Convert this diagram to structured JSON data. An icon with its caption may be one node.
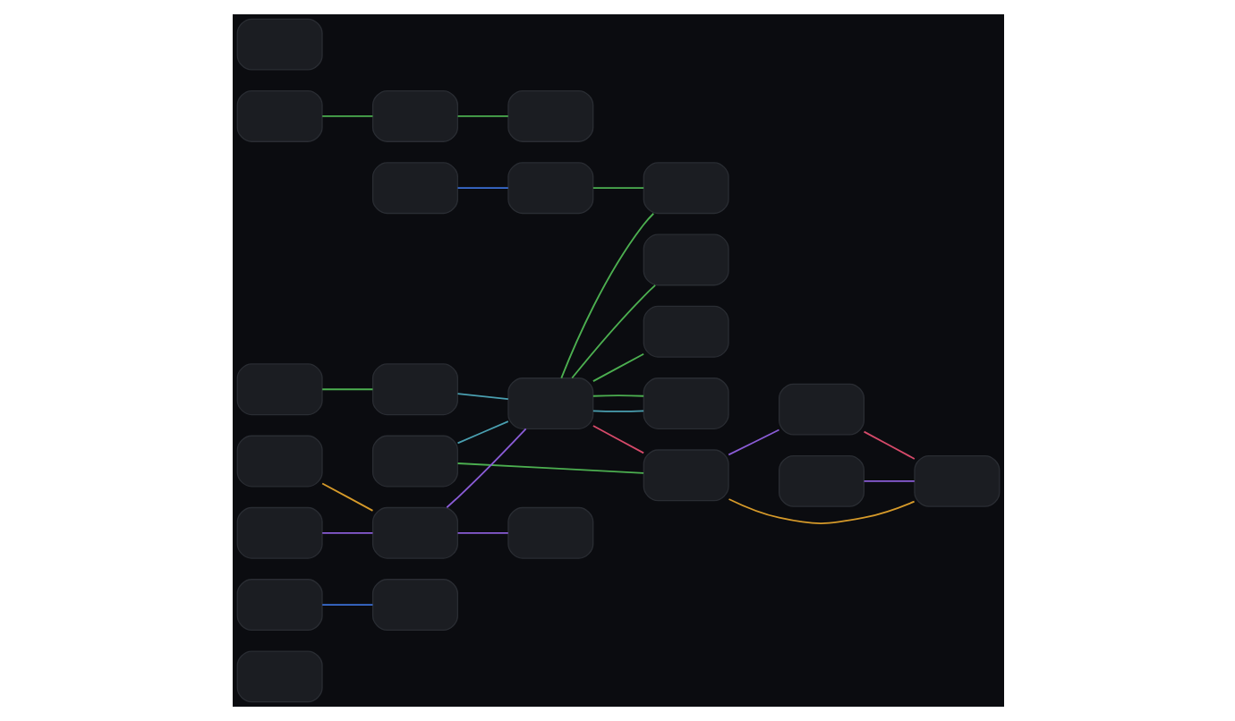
{
  "diagram": {
    "nodes": [
      {
        "text": [],
        "shape": "box"
      },
      {
        "text": [],
        "shape": "box"
      },
      {
        "text": [],
        "shape": "box"
      },
      {
        "text": [],
        "shape": "box"
      },
      {
        "text": [],
        "shape": "box"
      },
      {
        "text": [],
        "shape": "box"
      },
      {
        "text": [],
        "shape": "box"
      },
      {
        "text": [],
        "shape": "box"
      },
      {
        "text": [],
        "shape": "box"
      },
      {
        "text": [],
        "shape": "box"
      },
      {
        "text": [],
        "shape": "box"
      },
      {
        "text": [],
        "shape": "box"
      },
      {
        "text": [],
        "shape": "box"
      },
      {
        "text": [],
        "shape": "box"
      },
      {
        "text": [],
        "shape": "box"
      },
      {
        "text": [],
        "shape": "box"
      },
      {
        "text": [],
        "shape": "box"
      },
      {
        "text": [],
        "shape": "box"
      },
      {
        "text": [],
        "shape": "box"
      },
      {
        "text": [],
        "shape": "box"
      },
      {
        "text": [],
        "shape": "box"
      },
      {
        "text": [],
        "shape": "box"
      },
      {
        "text": [],
        "shape": "box"
      },
      {
        "text": [],
        "shape": "box"
      },
      {
        "text": [],
        "shape": "box"
      }
    ],
    "edges": [
      {
        "from": 1,
        "to": 2,
        "arrow": "none",
        "color": "#3b6fd6"
      },
      {
        "from": 4,
        "to": 3,
        "arrow": "none",
        "color": "#3b6fd6"
      },
      {
        "from": 7,
        "to": 8,
        "arrow": "none",
        "color": "#4caf50"
      },
      {
        "from": 8,
        "to": 18,
        "arrow": "none",
        "color": "#4a9fb0"
      },
      {
        "from": 3,
        "to": 19,
        "arrow": "none",
        "color": "#4caf50"
      },
      {
        "from": 18,
        "to": 5,
        "arrow": "none",
        "color": "#4caf50"
      },
      {
        "from": 18,
        "to": 6,
        "arrow": "none",
        "color": "#4caf50"
      },
      {
        "from": 18,
        "to": 10,
        "arrow": "none",
        "color": "#4a9fb0"
      },
      {
        "from": 18,
        "to": 10,
        "arrow": "none",
        "color": "#4caf50"
      },
      {
        "from": 9,
        "to": 18,
        "arrow": "none",
        "color": "#4a9fb0"
      },
      {
        "from": 9,
        "to": 21,
        "arrow": "none",
        "color": "#4caf50"
      },
      {
        "from": 11,
        "to": 13,
        "arrow": "none",
        "color": "#4caf50"
      },
      {
        "from": 13,
        "to": 14,
        "arrow": "none",
        "color": "#4caf50"
      },
      {
        "from": 15,
        "to": 16,
        "arrow": "none",
        "color": "#8a5cd6"
      },
      {
        "from": 17,
        "to": 16,
        "arrow": "none",
        "color": "#d69a2a"
      },
      {
        "from": 16,
        "to": 18,
        "arrow": "none",
        "color": "#8a5cd6"
      },
      {
        "from": 18,
        "to": 21,
        "arrow": "none",
        "color": "#d64a6a"
      },
      {
        "from": 16,
        "to": 20,
        "arrow": "none",
        "color": "#8a5cd6"
      },
      {
        "from": 21,
        "to": 24,
        "arrow": "none",
        "color": "#d69a2a"
      },
      {
        "from": 21,
        "to": 23,
        "arrow": "none",
        "color": "#8a5cd6"
      },
      {
        "from": 22,
        "to": 24,
        "arrow": "none",
        "color": "#8a5cd6"
      },
      {
        "from": 23,
        "to": 24,
        "arrow": "none",
        "color": "#d64a6a"
      },
      {
        "from": 18,
        "to": 19,
        "arrow": "none",
        "color": "#4caf50"
      }
    ]
  }
}
